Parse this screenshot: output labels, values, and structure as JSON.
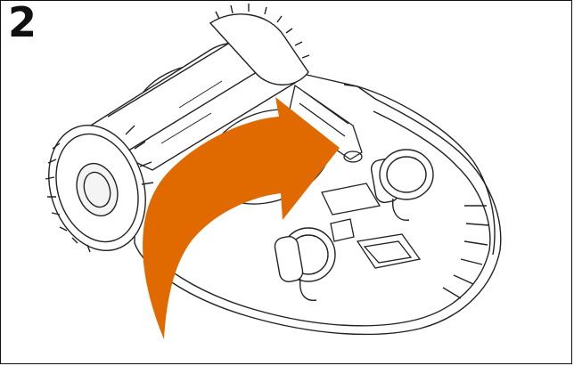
{
  "step": {
    "number": "2"
  },
  "illustration": {
    "subject": "robot-lawn-mower-underside",
    "arrow": {
      "color": "#E06A00",
      "direction": "rotate-over"
    },
    "line_color": "#222222"
  }
}
